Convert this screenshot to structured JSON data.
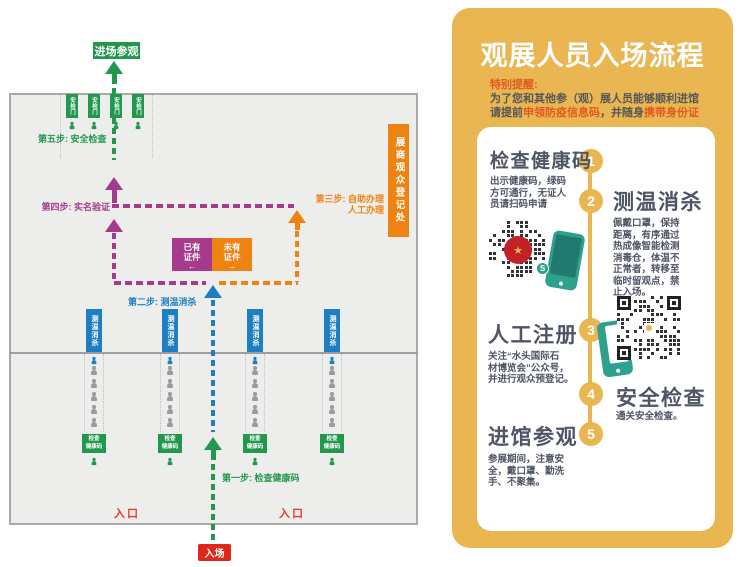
{
  "diagram": {
    "labels": {
      "enter_visit": "进场参观",
      "gate": "安检门",
      "step5": "第五步: 安全检查",
      "step4": "第四步: 实名验证",
      "step3_line1": "第三步: 自助办理",
      "step3_line2": "人工办理",
      "step2": "第二步: 测温消杀",
      "step1": "第一步: 检查健康码",
      "registration_desk": "展商观众登记处",
      "temp_disinfect": "测温消杀",
      "check_line1": "检查",
      "check_line2": "健康码",
      "has_credential_line1": "已有",
      "has_credential_line2": "证件",
      "has_credential_arrow": "←",
      "no_credential_line1": "未有",
      "no_credential_line2": "证件",
      "no_credential_arrow": "→",
      "entrance": "入口",
      "enter": "入场"
    }
  },
  "panel": {
    "title": "观展人员入场流程",
    "reminder_title": "特别提醒:",
    "reminder_line1": "为了您和其他参（观）展人员能够顺利进馆",
    "reminder_parts": [
      "请提前",
      "申领防疫信息码",
      "，并随身",
      "携带身份证"
    ],
    "steps": [
      {
        "num": "1",
        "title": "检查健康码",
        "desc": "出示健康码，绿码\n方可通行，无证人\n员请扫码申请"
      },
      {
        "num": "2",
        "title": "测温消杀",
        "desc": "佩戴口罩，保持\n距离，有序通过\n热成像智能检测\n消毒仓，体温不\n正常者，转移至\n临时留观点，禁\n止入场。"
      },
      {
        "num": "3",
        "title": "人工注册",
        "desc": "关注“水头国际石\n材博览会”公众号，\n并进行观众预登记。"
      },
      {
        "num": "4",
        "title": "安全检查",
        "desc": "通关安全检查。"
      },
      {
        "num": "5",
        "title": "进馆参观",
        "desc": "参展期间，注意安\n全，戴口罩、勤洗\n手、不聚集。"
      }
    ],
    "qr_badge": "S",
    "qr_star": "★"
  },
  "colors": {
    "green": "#21984e",
    "blue": "#1e7ec2",
    "purple": "#a63a8c",
    "orange": "#ee8312",
    "red": "#df271b",
    "gold": "#e9b652",
    "dark": "#4f5566",
    "alert": "#e2591f",
    "teal": "#2da18b"
  }
}
